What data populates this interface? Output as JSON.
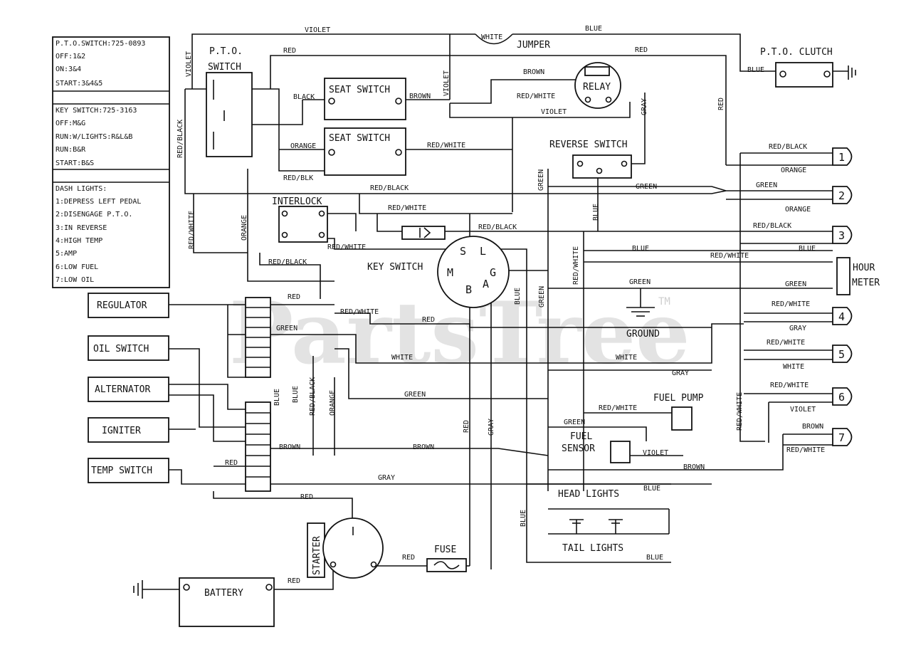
{
  "watermark": "PartsTree",
  "watermark_tm": "TM",
  "legend": {
    "pto": [
      "P.T.O.SWITCH:725-0893",
      "OFF:1&2",
      "ON:3&4",
      "START:3&4&5"
    ],
    "key": [
      "KEY SWITCH:725-3163",
      "OFF:M&G",
      "RUN:W/LIGHTS:R&L&B",
      "RUN:B&R",
      "START:B&S"
    ],
    "dash": [
      "DASH LIGHTS:",
      "1:DEPRESS LEFT PEDAL",
      "2:DISENGAGE P.T.O.",
      "3:IN REVERSE",
      "4:HIGH TEMP",
      "5:AMP",
      "6:LOW FUEL",
      "7:LOW OIL"
    ]
  },
  "components": {
    "pto_switch": [
      "P.T.O.",
      "SWITCH"
    ],
    "seat_switch_1": "SEAT SWITCH",
    "seat_switch_2": "SEAT SWITCH",
    "relay": "RELAY",
    "jumper": "JUMPER",
    "pto_clutch": "P.T.O. CLUTCH",
    "reverse_switch": "REVERSE SWITCH",
    "interlock": "INTERLOCK",
    "key_switch": "KEY SWITCH",
    "key_terminals": [
      "S",
      "L",
      "M",
      "G",
      "B",
      "A"
    ],
    "regulator": "REGULATOR",
    "oil_switch": "OIL SWITCH",
    "alternator": "ALTERNATOR",
    "igniter": "IGNITER",
    "temp_switch": "TEMP SWITCH",
    "starter": "STARTER",
    "fuse": "FUSE",
    "battery": "BATTERY",
    "ground": "GROUND",
    "fuel_pump": "FUEL PUMP",
    "fuel_sensor": [
      "FUEL",
      "SENSOR"
    ],
    "hour_meter": [
      "HOUR",
      "METER"
    ],
    "head_lights": "HEAD LIGHTS",
    "tail_lights": "TAIL LIGHTS",
    "dash_numbers": [
      "1",
      "2",
      "3",
      "4",
      "5",
      "6",
      "7"
    ]
  },
  "wire_labels": {
    "violet": "VIOLET",
    "white": "WHITE",
    "blue": "BLUE",
    "red": "RED",
    "black": "BLACK",
    "brown": "BROWN",
    "orange": "ORANGE",
    "green": "GREEN",
    "gray": "GRAY",
    "red_white": "RED/WHITE",
    "red_black": "RED/BLACK",
    "red_blk": "RED/BLK"
  }
}
